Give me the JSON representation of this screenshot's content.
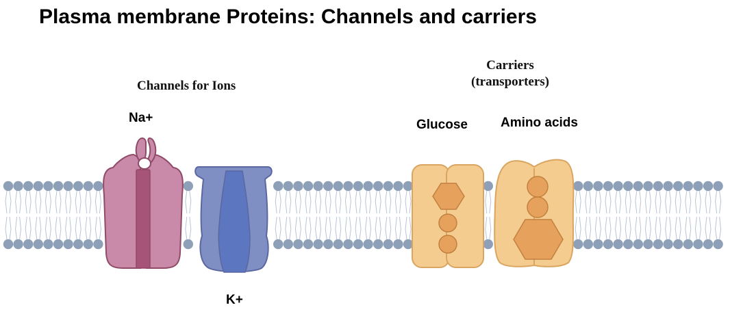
{
  "title": "Plasma membrane Proteins: Channels and carriers",
  "channels": {
    "heading": "Channels for Ions",
    "na_label": "Na+",
    "k_label": "K+"
  },
  "carriers": {
    "heading_line1": "Carriers",
    "heading_line2": "(transporters)",
    "glucose_label": "Glucose",
    "amino_label": "Amino acids"
  },
  "colors": {
    "lipid_head": "#8e9fb8",
    "lipid_tail": "#b8c4d6",
    "na_channel": "#c88aa8",
    "na_channel_dark": "#a65578",
    "na_channel_edge": "#8f4a68",
    "k_channel": "#7f8fc4",
    "k_channel_dark": "#5d76c0",
    "k_channel_edge": "#5a67a0",
    "carrier": "#f4cc8f",
    "carrier_edge": "#d9a560",
    "substrate": "#e6a25c",
    "substrate_edge": "#c2803e"
  },
  "icons": [
    "lipid-bilayer",
    "sodium-channel",
    "potassium-channel",
    "glucose-carrier",
    "amino-acid-carrier"
  ]
}
